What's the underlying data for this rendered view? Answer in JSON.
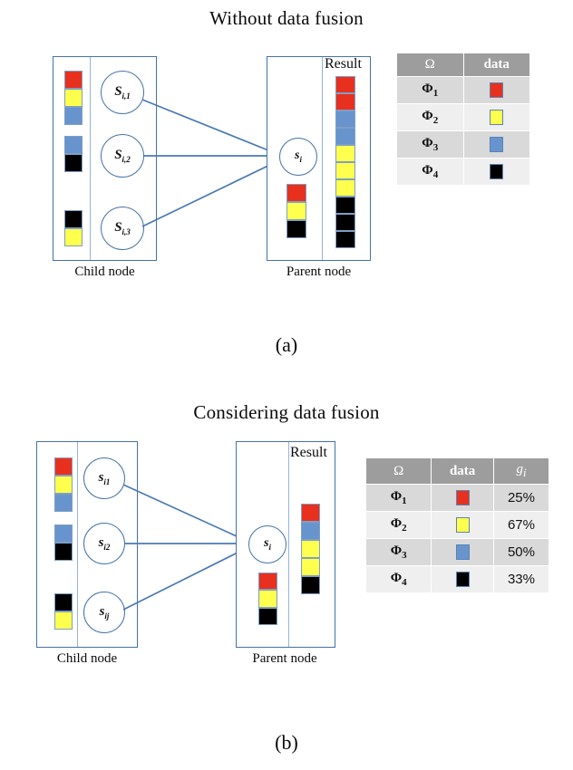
{
  "colors": {
    "red": "#e8301e",
    "yellow": "#ffff4d",
    "blue": "#6894ce",
    "black": "#000000",
    "box_border": "#4472a8",
    "arrow": "#4a79b5",
    "table_header_bg": "#9d9d9d",
    "table_row_odd": "#d9d9d9",
    "table_row_even": "#efefef"
  },
  "panels": [
    {
      "id": "a",
      "title": "Without data fusion",
      "caption": "(a)",
      "child_box_label": "Child node",
      "parent_box_label": "Parent node",
      "result_label": "Result",
      "child_nodes": [
        {
          "circle_label": "S",
          "sub": "i,1",
          "stack": [
            "red",
            "yellow",
            "blue"
          ]
        },
        {
          "circle_label": "S",
          "sub": "i,2",
          "stack": [
            "blue",
            "black"
          ]
        },
        {
          "circle_label": "S",
          "sub": "i,3",
          "stack": [
            "black",
            "yellow"
          ]
        }
      ],
      "parent_node": {
        "circle_label": "s",
        "sub": "i",
        "stack": [
          "red",
          "yellow",
          "black"
        ]
      },
      "result_stack": [
        "red",
        "red",
        "blue",
        "blue",
        "yellow",
        "yellow",
        "yellow",
        "black",
        "black",
        "black"
      ],
      "table": {
        "headers": [
          "Ω",
          "data"
        ],
        "rows": [
          {
            "omega": "Φ",
            "omega_sub": "1",
            "color": "red"
          },
          {
            "omega": "Φ",
            "omega_sub": "2",
            "color": "yellow"
          },
          {
            "omega": "Φ",
            "omega_sub": "3",
            "color": "blue"
          },
          {
            "omega": "Φ",
            "omega_sub": "4",
            "color": "black"
          }
        ]
      }
    },
    {
      "id": "b",
      "title": "Considering data fusion",
      "caption": "(b)",
      "child_box_label": "Child node",
      "parent_box_label": "Parent node",
      "result_label": "Result",
      "child_nodes": [
        {
          "circle_label": "s",
          "sub": "i1",
          "stack": [
            "red",
            "yellow",
            "blue"
          ]
        },
        {
          "circle_label": "s",
          "sub": "i2",
          "stack": [
            "blue",
            "black"
          ]
        },
        {
          "circle_label": "s",
          "sub": "ij",
          "stack": [
            "black",
            "yellow"
          ]
        }
      ],
      "parent_node": {
        "circle_label": "s",
        "sub": "i",
        "stack": [
          "red",
          "yellow",
          "black"
        ]
      },
      "result_stack": [
        "red",
        "blue",
        "yellow",
        "yellow",
        "black"
      ],
      "table": {
        "headers": [
          "Ω",
          "data",
          "g"
        ],
        "g_sub": "i",
        "rows": [
          {
            "omega": "Φ",
            "omega_sub": "1",
            "color": "red",
            "pct": "25%"
          },
          {
            "omega": "Φ",
            "omega_sub": "2",
            "color": "yellow",
            "pct": "67%"
          },
          {
            "omega": "Φ",
            "omega_sub": "3",
            "color": "blue",
            "pct": "50%"
          },
          {
            "omega": "Φ",
            "omega_sub": "4",
            "color": "black",
            "pct": "33%"
          }
        ]
      }
    }
  ]
}
